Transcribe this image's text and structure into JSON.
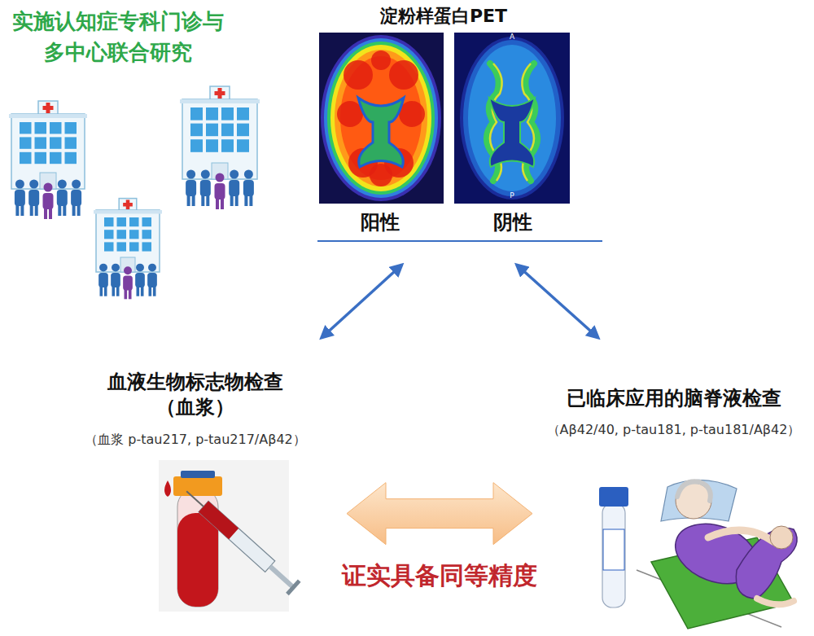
{
  "diagram": {
    "nodes": [
      {
        "text": [
          "淀粉样蛋白PET",
          "阳性",
          "阴性"
        ]
      },
      {
        "text": [
          "血液生物标志物检查 （血浆）",
          "（血浆 p-tau217, p-tau217/Aβ42）"
        ]
      },
      {
        "text": [
          "已临床应用的脑脊液检查",
          "（Aβ42/40, p-tau181, p-tau181/Aβ42）"
        ]
      }
    ],
    "edges": [
      {
        "from": 0,
        "to": 1,
        "arrow": "both"
      },
      {
        "from": 0,
        "to": 2,
        "arrow": "both"
      },
      {
        "from": 1,
        "to": 2,
        "arrow": "both",
        "label": "证实具备同等精度"
      }
    ],
    "labels": [
      "实施认知症专科门诊与 多中心联合研究",
      "A",
      "P"
    ]
  }
}
